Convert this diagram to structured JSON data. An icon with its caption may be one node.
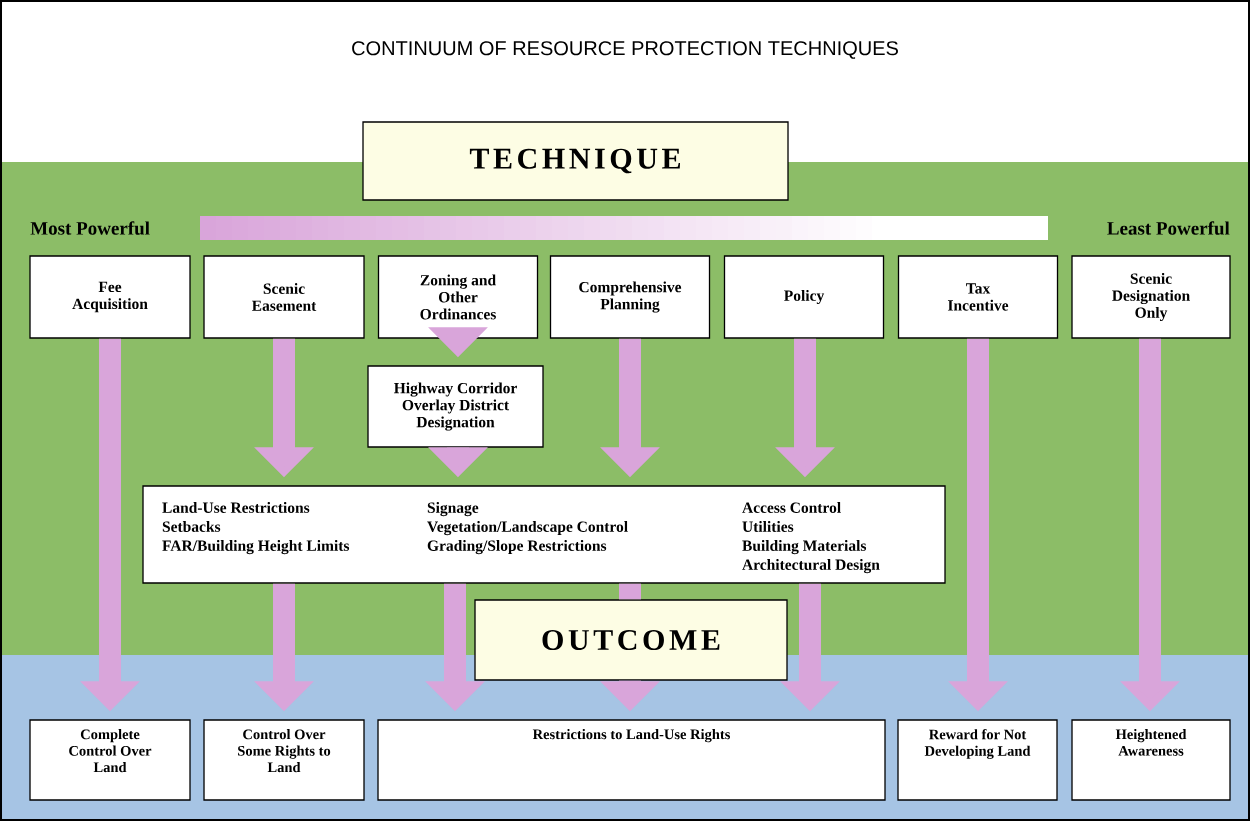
{
  "diagram": {
    "title": "CONTINUUM OF RESOURCE PROTECTION TECHNIQUES",
    "nodes": [
      {
        "text": [
          "TECHNIQUE"
        ]
      },
      {
        "text": [
          "Fee Acquisition"
        ]
      },
      {
        "text": [
          "Scenic Easement"
        ]
      },
      {
        "text": [
          "Zoning and Other Ordinances"
        ]
      },
      {
        "text": [
          "Comprehensive Planning"
        ]
      },
      {
        "text": [
          "Policy"
        ]
      },
      {
        "text": [
          "Tax Incentive"
        ]
      },
      {
        "text": [
          "Scenic Designation Only"
        ]
      },
      {
        "text": [
          "Highway Corridor Overlay District Designation"
        ]
      },
      {
        "text": [
          "Land-Use Restrictions",
          "Setbacks",
          "FAR/Building Height Limits",
          "Signage",
          "Vegetation/Landscape Control",
          "Grading/Slope Restrictions",
          "Access Control",
          "Utilities",
          "Building Materials",
          "Architectural Design"
        ]
      },
      {
        "text": [
          "OUTCOME"
        ]
      },
      {
        "text": [
          "Complete Control Over Land"
        ]
      },
      {
        "text": [
          "Control Over Some Rights to Land"
        ]
      },
      {
        "text": [
          "Restrictions to Land-Use Rights"
        ]
      },
      {
        "text": [
          "Reward for Not Developing Land"
        ]
      },
      {
        "text": [
          "Heightened Awareness"
        ]
      }
    ],
    "edges": [
      {
        "from": 1,
        "to": 11,
        "arrow": "to"
      },
      {
        "from": 2,
        "to": 9,
        "arrow": "to"
      },
      {
        "from": 3,
        "to": 8,
        "arrow": "to"
      },
      {
        "from": 8,
        "to": 9,
        "arrow": "to"
      },
      {
        "from": 4,
        "to": 9,
        "arrow": "to"
      },
      {
        "from": 5,
        "to": 9,
        "arrow": "to"
      },
      {
        "from": 6,
        "to": 14,
        "arrow": "to"
      },
      {
        "from": 7,
        "to": 15,
        "arrow": "to"
      },
      {
        "from": 9,
        "to": 12,
        "arrow": "to"
      },
      {
        "from": 9,
        "to": 13,
        "arrow": "to"
      },
      {
        "from": 9,
        "to": 10,
        "arrow": "none"
      },
      {
        "from": 10,
        "to": 13,
        "arrow": "to"
      },
      {
        "from": 9,
        "to": 13,
        "arrow": "to"
      }
    ],
    "labels": [
      "Most Powerful",
      "Least Powerful"
    ]
  }
}
